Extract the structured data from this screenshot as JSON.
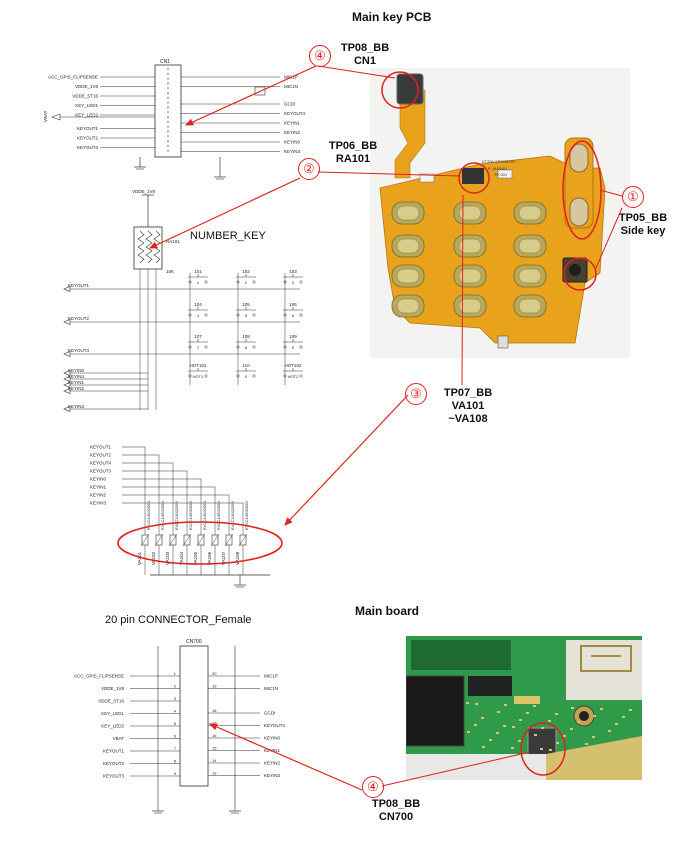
{
  "titles": {
    "main_key_pcb": "Main key PCB",
    "main_board": "Main board",
    "number_key": "NUMBER_KEY",
    "connector": "20 pin CONNECTOR_Female"
  },
  "callouts": [
    {
      "num": "④",
      "line1": "TP08_BB",
      "line2": "CN1",
      "line3": ""
    },
    {
      "num": "②",
      "line1": "TP06_BB",
      "line2": "RA101",
      "line3": ""
    },
    {
      "num": "①",
      "line1": "TP05_BB",
      "line2": "Side key",
      "line3": ""
    },
    {
      "num": "③",
      "line1": "TP07_BB",
      "line2": "VA101",
      "line3": "~VA108"
    },
    {
      "num": "④",
      "line1": "TP08_BB",
      "line2": "CN700",
      "line3": ""
    }
  ],
  "schematic": {
    "cn1_ref": "CN1",
    "cn700_ref": "CN700",
    "cn1_left_nets": [
      "ACC_GPIS_FLIPSENSE",
      "VDDE_1V8",
      "VDDE_ST16",
      "KEY_LED1",
      "KEY_LED2",
      "KEYOUT1",
      "KEYOUT2",
      "KEYOUT3"
    ],
    "cn1_right_nets": [
      "MIC1P",
      "MIC1N",
      "GCDI",
      "KEYOUT4",
      "KEYIN1",
      "KEYIN2",
      "KEYIN0",
      "KEYIN3"
    ],
    "vbat": "VBAT",
    "vdde": "VDDE_1V8",
    "ra": "RA101",
    "r10k": "10K",
    "keyouts": [
      "KEYOUT1",
      "KEYOUT2",
      "KEYOUT3"
    ],
    "keyins": [
      "KEYIN0",
      "KEYIN4",
      "KEYIN1",
      "KEYIN2",
      "KEYIN3"
    ],
    "keys": [
      {
        "ref": "101",
        "num": "1"
      },
      {
        "ref": "102",
        "num": "2"
      },
      {
        "ref": "103",
        "num": "3"
      },
      {
        "ref": "104",
        "num": "4"
      },
      {
        "ref": "105",
        "num": "5"
      },
      {
        "ref": "106",
        "num": "6"
      },
      {
        "ref": "107",
        "num": "7"
      },
      {
        "ref": "108",
        "num": "8"
      },
      {
        "ref": "109",
        "num": "9"
      },
      {
        "ref": "HOT101",
        "num": "HOT1"
      },
      {
        "ref": "110",
        "num": "0"
      },
      {
        "ref": "HOT102",
        "num": "HOT2"
      }
    ],
    "varistor_nets": [
      "KEYOUT1",
      "KEYOUT2",
      "KEYOUT4",
      "KEYOUT3",
      "KEYIN0",
      "KEYIN1",
      "KEYIN2",
      "KEYIN3"
    ],
    "varistors": [
      "VA101",
      "VA102",
      "VA103",
      "VA104",
      "VA105",
      "VA106",
      "VA107",
      "VA108"
    ],
    "varistor_part": "EVLC14S02050",
    "conn_left_nets": [
      "ACC_GPIS_FLIPSENSE",
      "VDDE_1V8",
      "VDDE_ST16",
      "KEY_LED1",
      "KEY_LED2",
      "VBAT",
      "KEYOUT1",
      "KEYOUT2",
      "KEYOUT3"
    ],
    "conn_right_nets": [
      "MIC1P",
      "MIC1N",
      "GCDI",
      "KEYOUT4",
      "KEYIN0",
      "KEYIN1",
      "KEYIN2",
      "KEYIN3"
    ],
    "pcb_silk": [
      "KT250-SPCM1101",
      "P_MAIN01",
      "TP-001"
    ]
  },
  "colors": {
    "callout_red": "#e0221e",
    "flex_orange": "#e8a21c",
    "pcb_green": "#2f9a4a"
  }
}
